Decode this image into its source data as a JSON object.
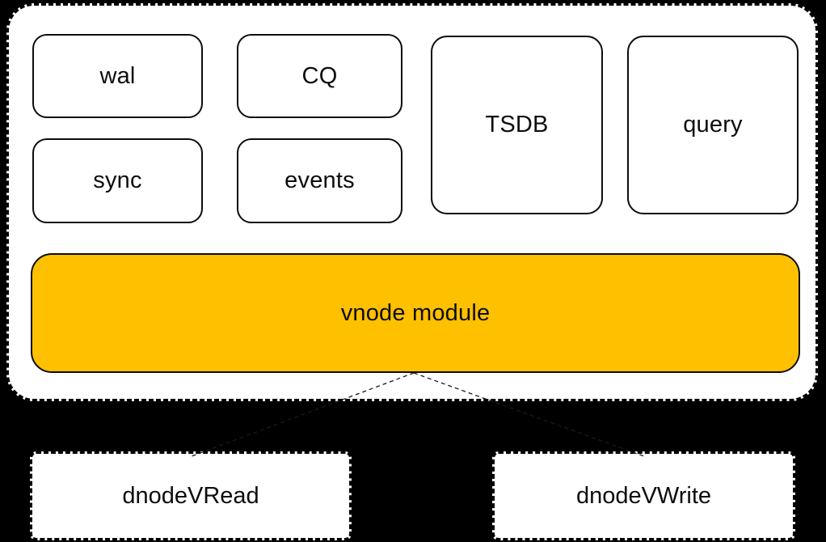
{
  "modules": [
    {
      "id": "wal",
      "label": "wal"
    },
    {
      "id": "cq",
      "label": "CQ"
    },
    {
      "id": "sync",
      "label": "sync"
    },
    {
      "id": "events",
      "label": "events"
    },
    {
      "id": "tsdb",
      "label": "TSDB"
    },
    {
      "id": "query",
      "label": "query"
    }
  ],
  "vnode": {
    "label": "vnode module",
    "fill": "#FFC000"
  },
  "dnodes": [
    {
      "id": "dnode-v-read",
      "label": "dnodeVRead"
    },
    {
      "id": "dnode-v-write",
      "label": "dnodeVWrite"
    }
  ],
  "colors": {
    "background": "#000000",
    "panel": "#FFFFFF",
    "line": "#000000",
    "vnode_fill": "#FFC000"
  }
}
